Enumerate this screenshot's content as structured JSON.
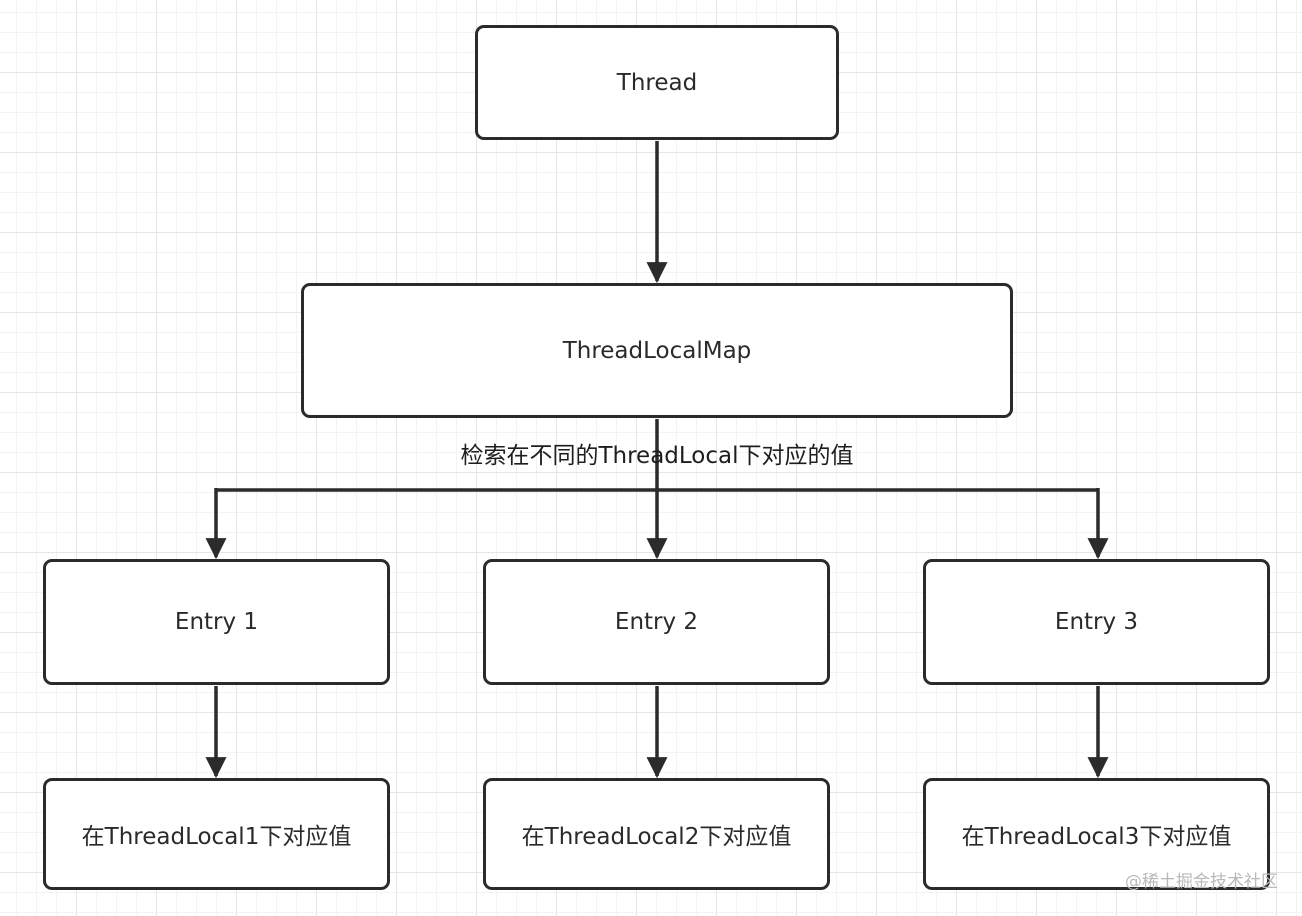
{
  "nodes": {
    "thread": "Thread",
    "map": "ThreadLocalMap",
    "entries": [
      "Entry 1",
      "Entry 2",
      "Entry 3"
    ],
    "values": [
      "在ThreadLocal1下对应值",
      "在ThreadLocal2下对应值",
      "在ThreadLocal3下对应值"
    ]
  },
  "edge_label": "检索在不同的ThreadLocal下对应的值",
  "watermark": "@稀土掘金技术社区",
  "colors": {
    "stroke": "#2b2b2b",
    "background": "#ffffff",
    "grid": "#e6e6e6"
  }
}
